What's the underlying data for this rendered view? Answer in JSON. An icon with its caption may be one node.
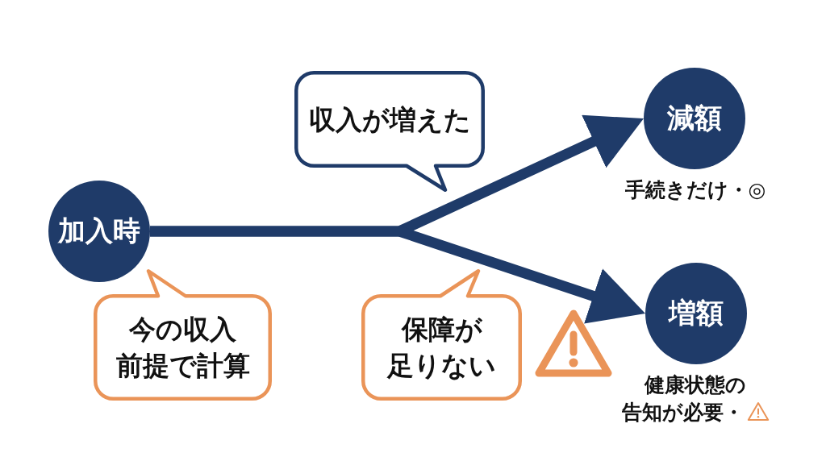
{
  "diagram": {
    "nodes": [
      {
        "text": [
          "加入時"
        ]
      },
      {
        "text": [
          "収入が増えた"
        ]
      },
      {
        "text": [
          "減額"
        ],
        "beside": [
          "手続きだけ・◎"
        ]
      },
      {
        "text": [
          "今の収入前提で計算"
        ]
      },
      {
        "text": [
          "保障が足りない"
        ]
      },
      {
        "text": [
          "増額"
        ],
        "beside": [
          "健康状態の告知が必要・"
        ]
      }
    ],
    "edges": [
      {
        "from": 0,
        "to": 2,
        "arrow": "to"
      },
      {
        "from": 0,
        "to": 5,
        "arrow": "to"
      }
    ]
  }
}
